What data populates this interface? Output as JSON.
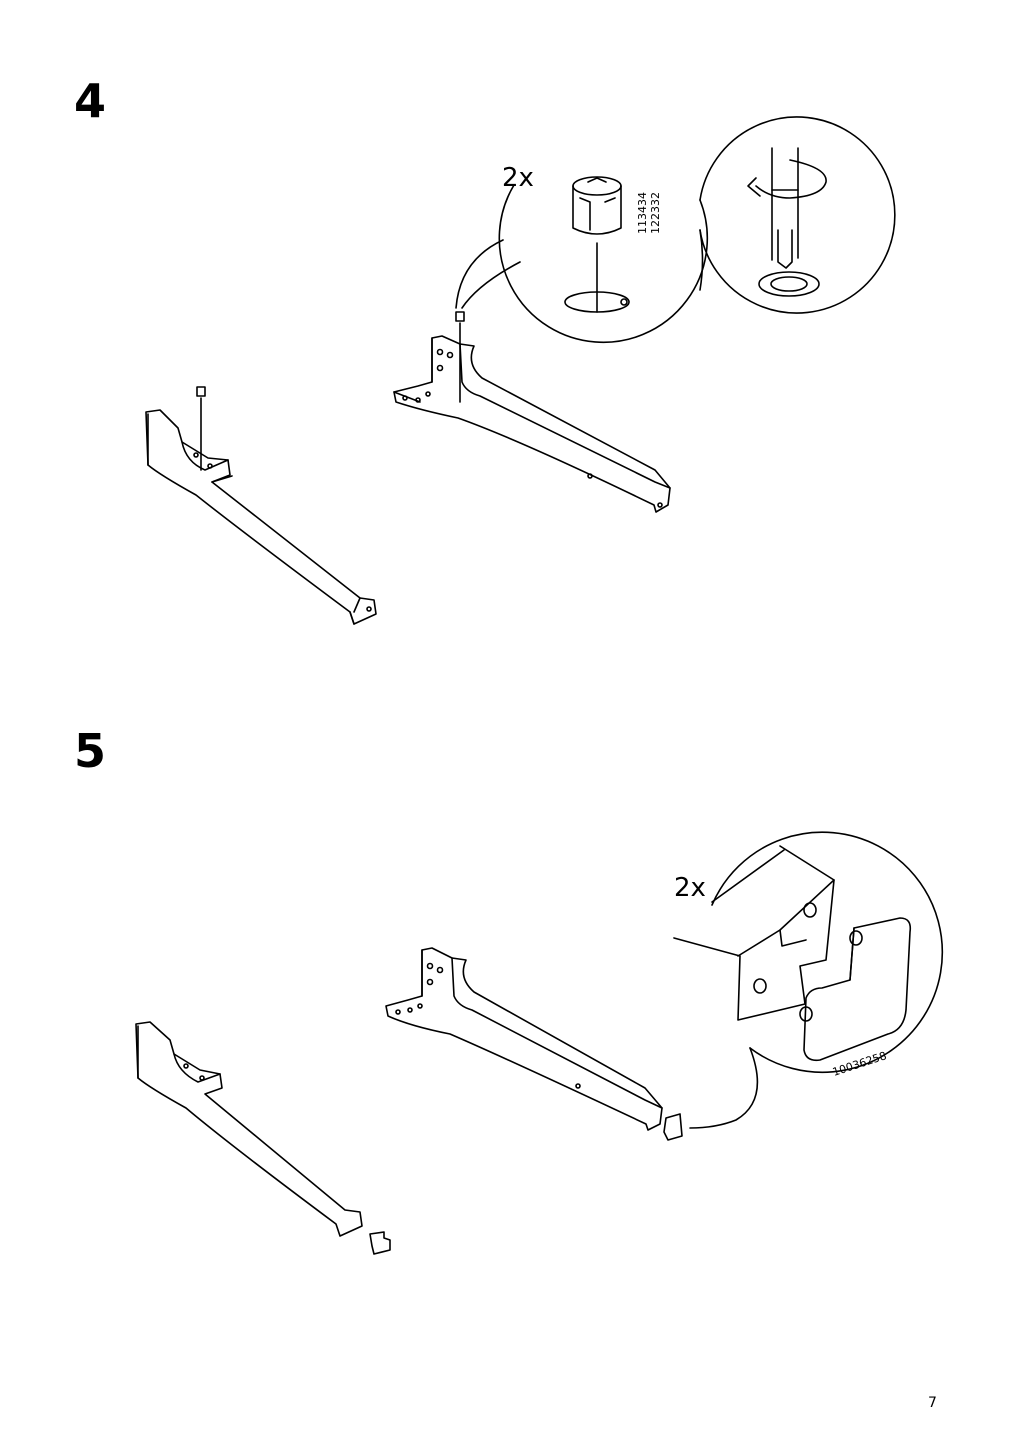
{
  "steps": [
    {
      "number": "4",
      "quantity": "2x",
      "part_codes": [
        "113434",
        "122332"
      ]
    },
    {
      "number": "5",
      "quantity": "2x",
      "part_code": "10036258"
    }
  ],
  "page_number": "7"
}
